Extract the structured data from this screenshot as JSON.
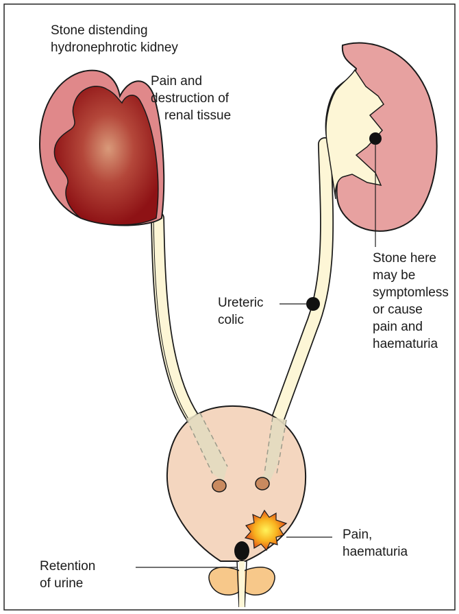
{
  "labels": {
    "hydronephrosis": {
      "line1": "Stone distending",
      "line2": "hydronephrotic kidney"
    },
    "renal_damage": {
      "line1": "Pain and",
      "line2": "destruction of",
      "line3": "renal tissue"
    },
    "renal_pelvis_stone": {
      "line1": "Stone here",
      "line2": "may be",
      "line3": "symptomless",
      "line4": "or cause",
      "line5": "pain and",
      "line6": "haematuria"
    },
    "ureteric_colic": {
      "line1": "Ureteric",
      "line2": "colic"
    },
    "bladder_stone": {
      "line1": "Pain,",
      "line2": "haematuria"
    },
    "retention": {
      "line1": "Retention",
      "line2": "of urine"
    }
  },
  "colors": {
    "healthy_kidney": "#e0888a",
    "kidney_cortex": "#e7a1a0",
    "damaged_kidney": "#9e1c1e",
    "urine_pale": "#fdf6d6",
    "bladder": "#f4d6bf",
    "prostate": "#f7c88a",
    "stone": "#111111",
    "pain_burst": "#f28c1a"
  }
}
